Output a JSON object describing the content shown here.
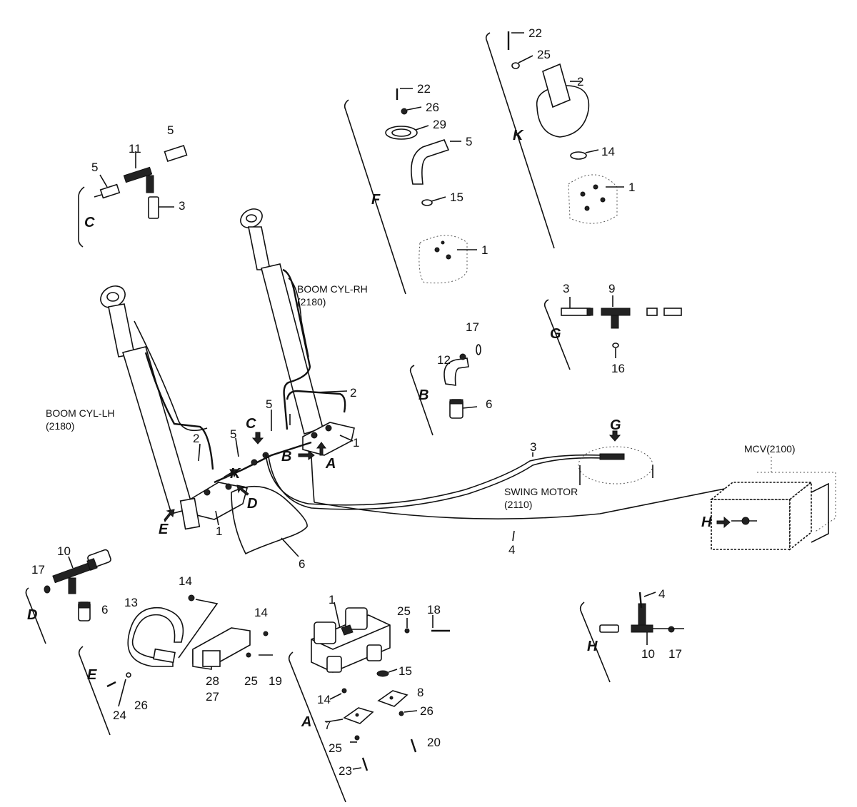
{
  "captions": {
    "boom_rh": [
      "BOOM CYL-RH",
      "(2180)"
    ],
    "boom_lh": [
      "BOOM CYL-LH",
      "(2180)"
    ],
    "swing_motor": [
      "SWING MOTOR",
      "(2110)"
    ],
    "mcv": "MCV(2100)"
  },
  "section_letters": {
    "C": "C",
    "F": "F",
    "K": "K",
    "G": "G",
    "B": "B",
    "D": "D",
    "E": "E",
    "A": "A",
    "H": "H"
  },
  "main_assembly": {
    "n2_rh": "2",
    "n2_lh": "2",
    "n5_a": "5",
    "n5_b": "5",
    "n1_rh": "1",
    "n1_lh": "1",
    "n3": "3",
    "n4": "4",
    "n6": "6",
    "arr_C": "C",
    "arr_B": "B",
    "arr_A": "A",
    "arr_K": "K",
    "arr_D": "D",
    "arr_E": "E",
    "arr_G": "G",
    "arr_H": "H"
  },
  "detail_C": {
    "n5a": "5",
    "n11": "11",
    "n5b": "5",
    "n3": "3"
  },
  "detail_F": {
    "n22": "22",
    "n26": "26",
    "n29": "29",
    "n5": "5",
    "n15": "15",
    "n1": "1"
  },
  "detail_K": {
    "n22": "22",
    "n25": "25",
    "n2": "2",
    "n14": "14",
    "n1": "1"
  },
  "detail_G": {
    "n3": "3",
    "n9": "9",
    "n16": "16"
  },
  "detail_B": {
    "n12": "12",
    "n17": "17",
    "n6": "6"
  },
  "detail_D": {
    "n10": "10",
    "n17": "17",
    "n6": "6"
  },
  "detail_E": {
    "n14a": "14",
    "n13": "13",
    "n14b": "14",
    "n28": "28",
    "n27": "27",
    "n25": "25",
    "n19": "19",
    "n24": "24",
    "n26": "26"
  },
  "detail_A": {
    "n1": "1",
    "n25a": "25",
    "n18": "18",
    "n15": "15",
    "n14": "14",
    "n8": "8",
    "n7": "7",
    "n26": "26",
    "n25b": "25",
    "n20": "20",
    "n23": "23"
  },
  "detail_H": {
    "n4": "4",
    "n10": "10",
    "n17": "17"
  }
}
